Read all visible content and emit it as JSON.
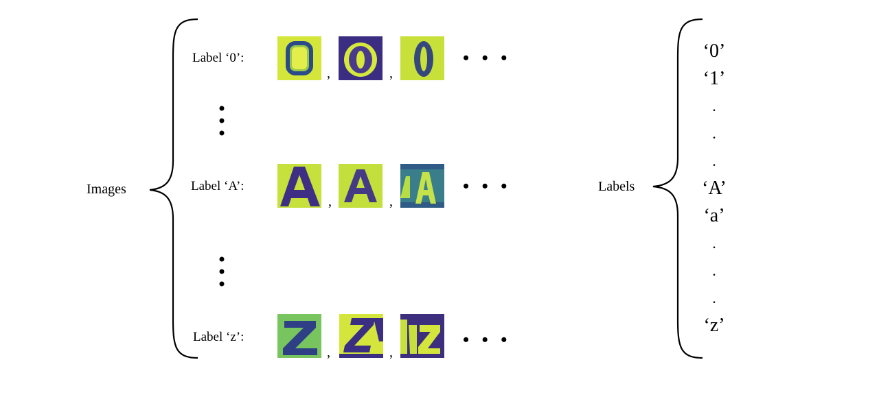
{
  "images_label": "Images",
  "labels_label": "Labels",
  "rows": [
    {
      "label": "Label ‘0’:",
      "glyphs": [
        "0",
        "0",
        "0"
      ]
    },
    {
      "label": "Label ‘A’:",
      "glyphs": [
        "A",
        "A",
        "A"
      ]
    },
    {
      "label": "Label ‘z’:",
      "glyphs": [
        "Z",
        "Z",
        "Z"
      ]
    }
  ],
  "separator": ",",
  "ellipsis": "• • •",
  "label_list": [
    "‘0’",
    "‘1’",
    ".",
    ".",
    ".",
    "‘A’",
    "‘a’",
    ".",
    ".",
    ".",
    "‘z’"
  ],
  "colors": {
    "yellow": "#d6e83c",
    "green": "#b8df3a",
    "teal": "#22a884",
    "purple": "#3f2f86",
    "navy": "#443a83"
  }
}
